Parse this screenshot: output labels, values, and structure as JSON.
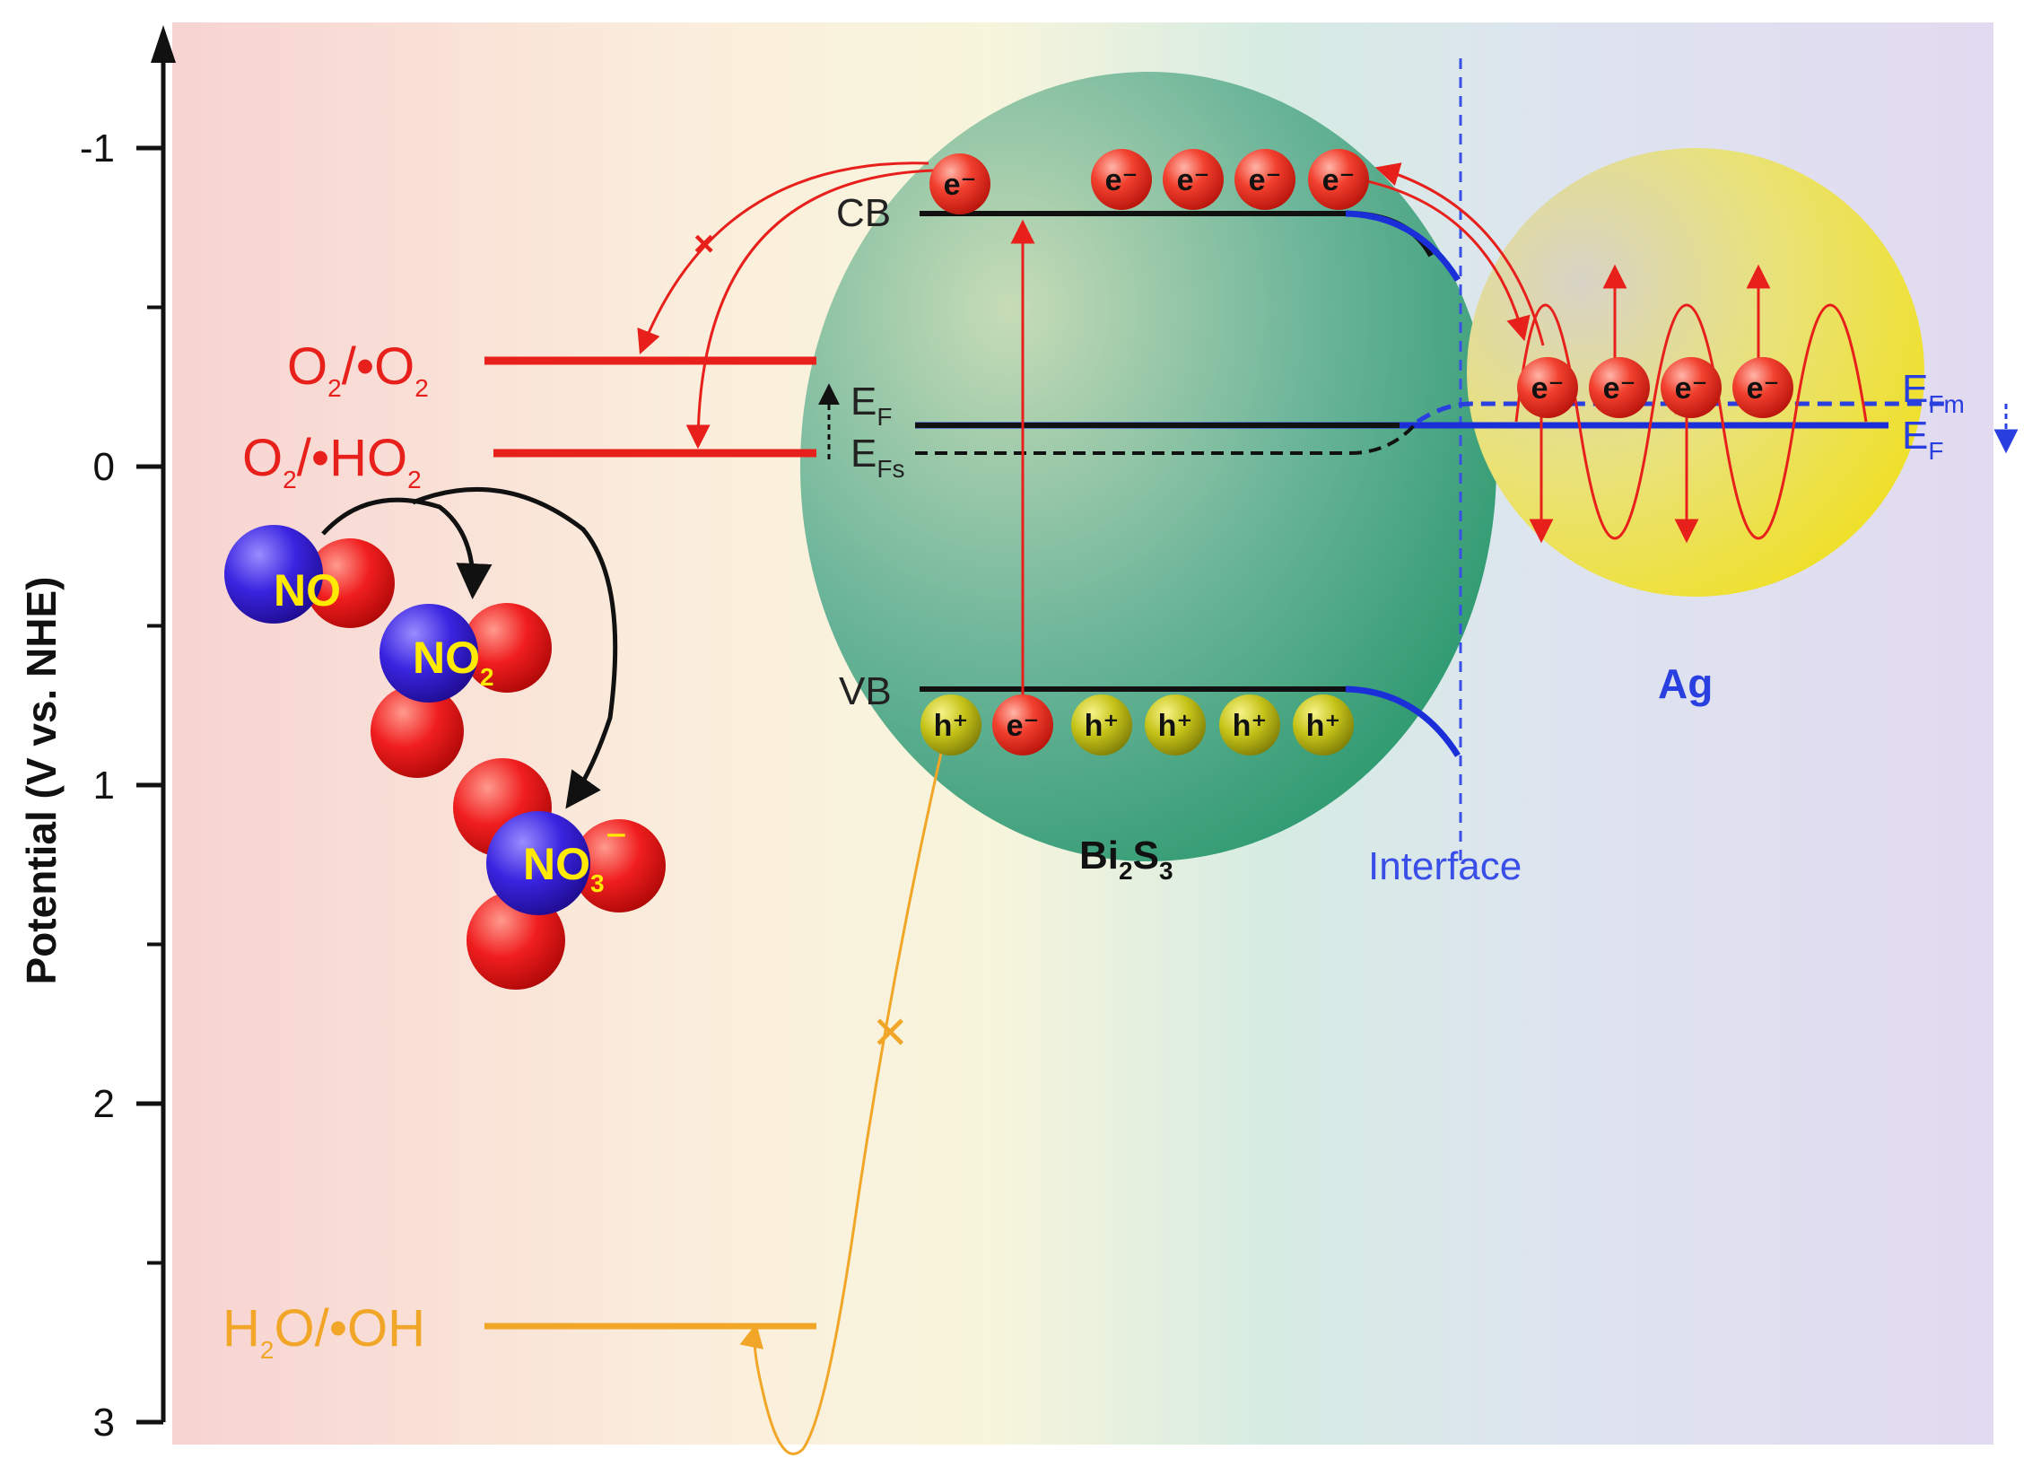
{
  "axis": {
    "title": "Potential (V vs. NHE)",
    "ticks": [
      {
        "value": -1,
        "label": "-1"
      },
      {
        "value": 0,
        "label": "0"
      },
      {
        "value": 1,
        "label": "1"
      },
      {
        "value": 2,
        "label": "2"
      },
      {
        "value": 3,
        "label": "3"
      }
    ],
    "range": [
      -1.4,
      3.0
    ]
  },
  "couples": {
    "o2_superoxide": {
      "label": "O",
      "sub1": "2",
      "mid": "/•O",
      "sub2": "2",
      "color": "#e8201c"
    },
    "o2_hydroperoxyl": {
      "label": "O",
      "sub1": "2",
      "mid": "/•HO",
      "sub2": "2",
      "color": "#e8201c"
    },
    "water_hydroxyl": {
      "label": "H",
      "sub1": "2",
      "mid": "O/•OH",
      "color": "#f2a628"
    }
  },
  "bands": {
    "cb": "CB",
    "vb": "VB",
    "ef": {
      "main": "E",
      "sub": "F"
    },
    "efs": {
      "main": "E",
      "sub": "Fs"
    },
    "efm": {
      "main": "E",
      "sub": "Fm"
    },
    "ef_ag": {
      "main": "E",
      "sub": "F"
    }
  },
  "carriers": {
    "electron": "e⁻",
    "hole": "h⁺"
  },
  "molecules": {
    "no": "NO",
    "no2": {
      "main": "NO",
      "sub": "2"
    },
    "no3": {
      "main": "NO",
      "sub": "3",
      "sup": "⁻"
    }
  },
  "materials": {
    "bi2s3": {
      "a": "Bi",
      "sub1": "2",
      "b": "S",
      "sub2": "3"
    },
    "ag": "Ag",
    "interface": "Interface"
  },
  "colors": {
    "red": "#e8201c",
    "orange": "#f2a628",
    "blue": "#2a3fe0",
    "bi2s3_green": "#3a9d74",
    "ag_yellow": "#f0e030"
  }
}
